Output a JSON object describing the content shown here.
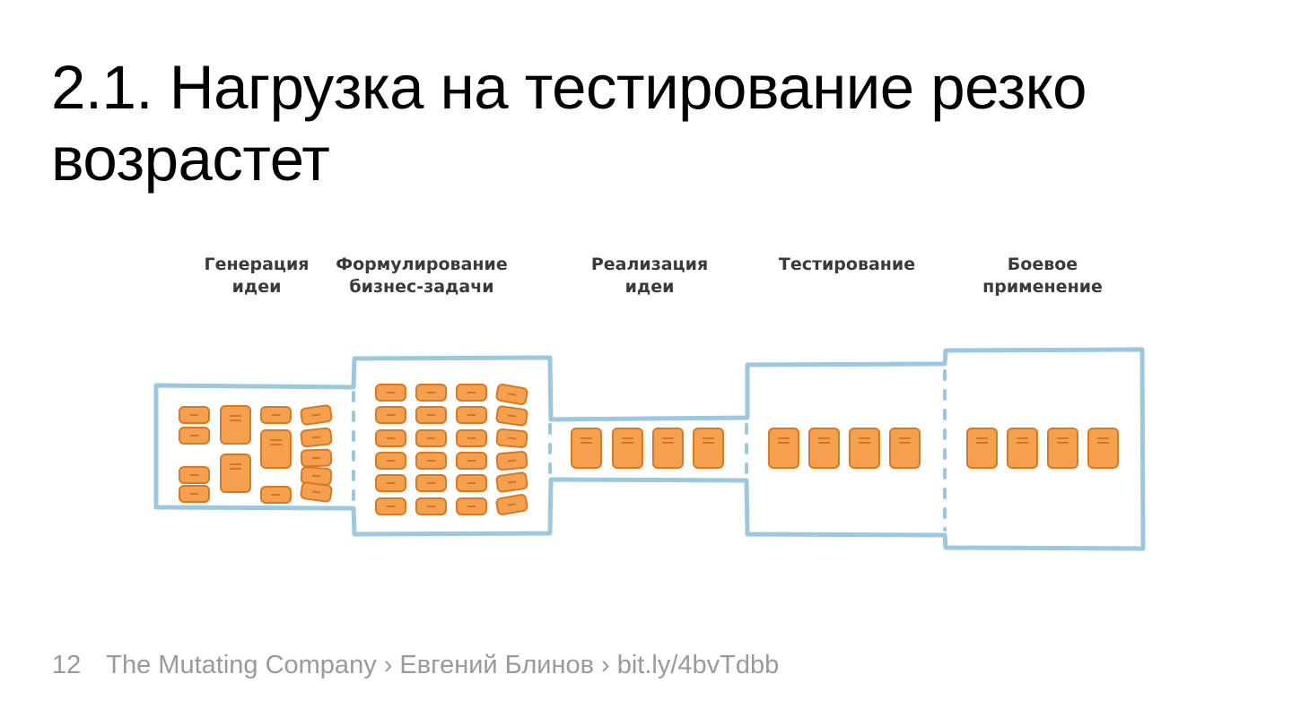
{
  "slide": {
    "title": "2.1. Нагрузка на тестирование резко возрастет"
  },
  "diagram": {
    "stages": [
      {
        "label_lines": [
          "Генерация",
          "идеи"
        ]
      },
      {
        "label_lines": [
          "Формулирование",
          "бизнес-задачи"
        ]
      },
      {
        "label_lines": [
          "Реализация",
          "идеи"
        ]
      },
      {
        "label_lines": [
          "Тестирование"
        ]
      },
      {
        "label_lines": [
          "Боевое",
          "применение"
        ]
      }
    ],
    "colors": {
      "pipe": "#9cc7de",
      "block_fill": "#f4a04f",
      "block_stroke": "#d77a26",
      "block_mark": "#d2742a",
      "label": "#3a3a3a"
    }
  },
  "footer": {
    "page_number": "12",
    "company": "The Mutating Company",
    "author": "Евгений Блинов",
    "link": "bit.ly/4bvTdbb",
    "separator": "›"
  }
}
